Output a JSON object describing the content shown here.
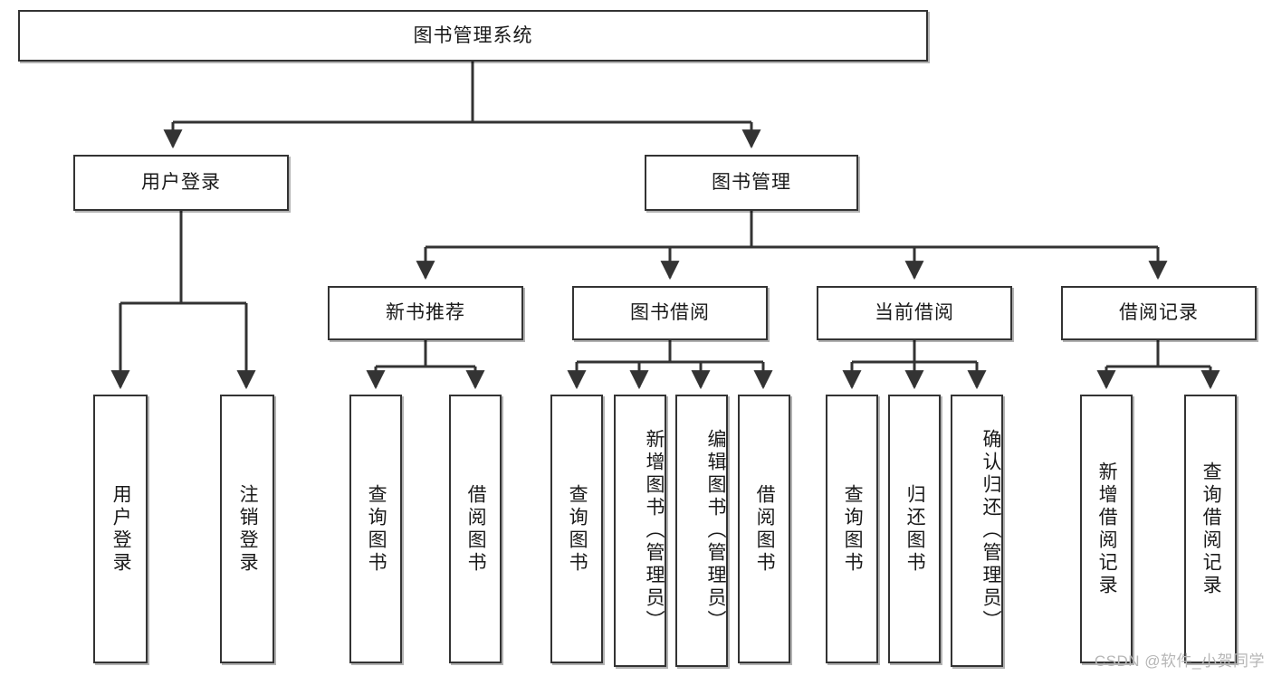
{
  "diagram": {
    "title": "图书管理系统",
    "type": "tree",
    "watermark": "CSDN @软件_小贺同学",
    "colors": {
      "box_border": "#333333",
      "box_fill": "#ffffff",
      "line": "#333333",
      "text": "#1a1a1a",
      "watermark": "#b6b6b6",
      "background": "#ffffff"
    },
    "nodes": {
      "root": {
        "label": "图书管理系统"
      },
      "level2": [
        {
          "id": "user_login",
          "label": "用户登录"
        },
        {
          "id": "book_manage",
          "label": "图书管理"
        }
      ],
      "level3": [
        {
          "id": "new_book_rec",
          "label": "新书推荐"
        },
        {
          "id": "book_borrow",
          "label": "图书借阅"
        },
        {
          "id": "current_borrow",
          "label": "当前借阅"
        },
        {
          "id": "borrow_record",
          "label": "借阅记录"
        }
      ],
      "leaves": {
        "user_login": [
          {
            "id": "leaf_user_login",
            "label": "用户登录"
          },
          {
            "id": "leaf_user_logout",
            "label": "注销登录"
          }
        ],
        "new_book_rec": [
          {
            "id": "leaf_query_book_1",
            "label": "查询图书"
          },
          {
            "id": "leaf_borrow_book_1",
            "label": "借阅图书"
          }
        ],
        "book_borrow": [
          {
            "id": "leaf_query_book_2",
            "label": "查询图书"
          },
          {
            "id": "leaf_add_book",
            "label": "新增图书（管理员）"
          },
          {
            "id": "leaf_edit_book",
            "label": "编辑图书（管理员）"
          },
          {
            "id": "leaf_borrow_book_2",
            "label": "借阅图书"
          }
        ],
        "current_borrow": [
          {
            "id": "leaf_query_book_3",
            "label": "查询图书"
          },
          {
            "id": "leaf_return_book",
            "label": "归还图书"
          },
          {
            "id": "leaf_confirm_return",
            "label": "确认归还（管理员）"
          }
        ],
        "borrow_record": [
          {
            "id": "leaf_add_record",
            "label": "新增借阅记录"
          },
          {
            "id": "leaf_query_record",
            "label": "查询借阅记录"
          }
        ]
      }
    }
  }
}
